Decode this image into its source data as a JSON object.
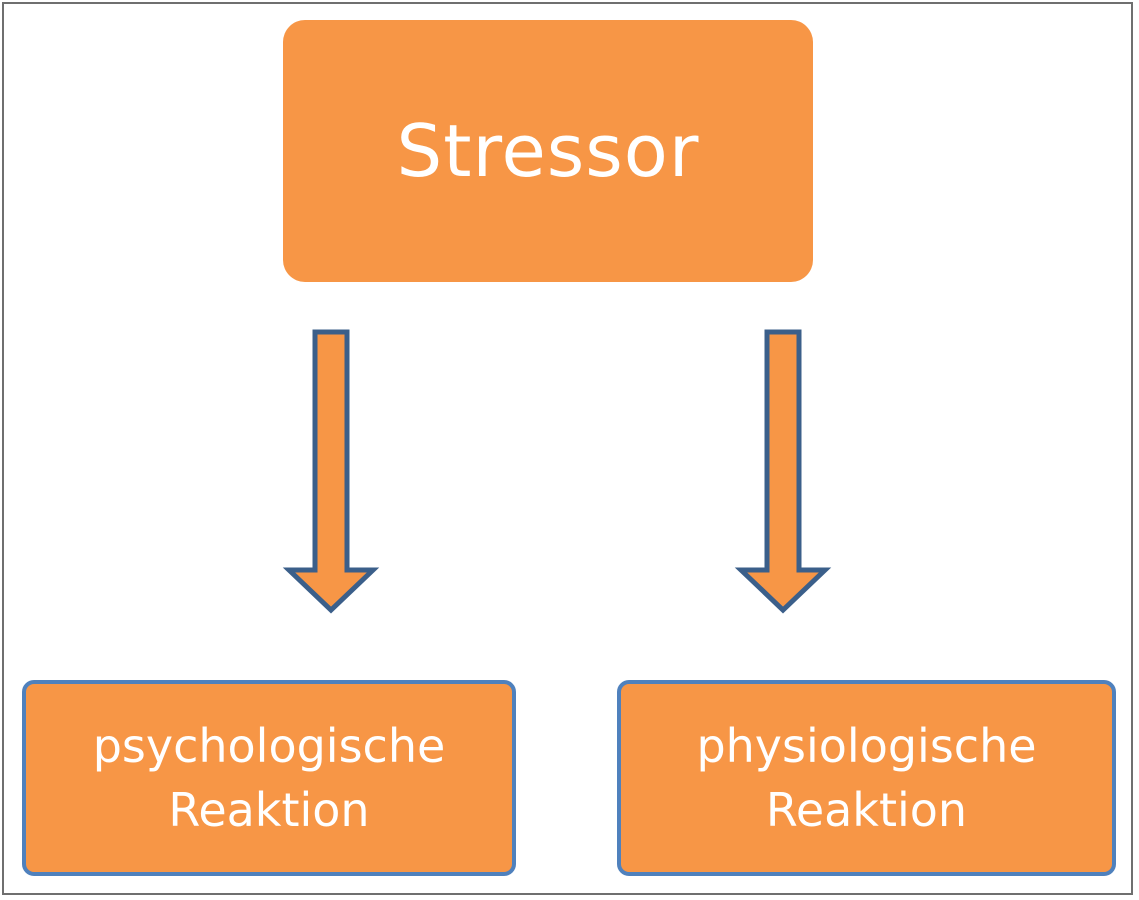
{
  "diagram": {
    "nodes": [
      {
        "id": "stressor",
        "label": "Stressor"
      },
      {
        "id": "psych",
        "label": "psychologische\nReaktion"
      },
      {
        "id": "phys",
        "label": "physiologische\nReaktion"
      }
    ],
    "edges": [
      {
        "from": "stressor",
        "to": "psych"
      },
      {
        "from": "stressor",
        "to": "phys"
      }
    ]
  },
  "colors": {
    "box_fill": "#f79646",
    "box_text": "#ffffff",
    "border_accent": "#4f81bd",
    "arrow_outline": "#3b5f8a",
    "frame": "#6f6f6f"
  }
}
